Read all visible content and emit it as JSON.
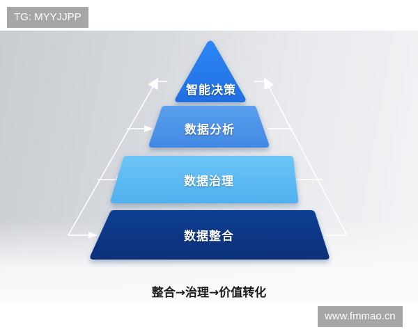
{
  "watermarks": {
    "top_left": "TG: MYYJJPP",
    "bottom_right": "www.fmmao.cn"
  },
  "pyramid": {
    "layers": [
      {
        "label": "智能决策",
        "color": "#2b7ff0",
        "level": 4
      },
      {
        "label": "数据分析",
        "color": "#4a90e8",
        "level": 3
      },
      {
        "label": "数据治理",
        "color": "#5ab8f2",
        "level": 2
      },
      {
        "label": "数据整合",
        "color": "#0c3a8a",
        "level": 1
      }
    ],
    "arrows": {
      "left": "upward-flow-arrow",
      "right": "upward-flow-arrow",
      "color": "#ffffff"
    }
  },
  "caption": "整合→治理→价值转化",
  "colors": {
    "background_left": "#c9ccd1",
    "background_right": "#f3f4f6",
    "caption_text": "#1a1a1a",
    "watermark_bg": "#a6a6a6"
  }
}
